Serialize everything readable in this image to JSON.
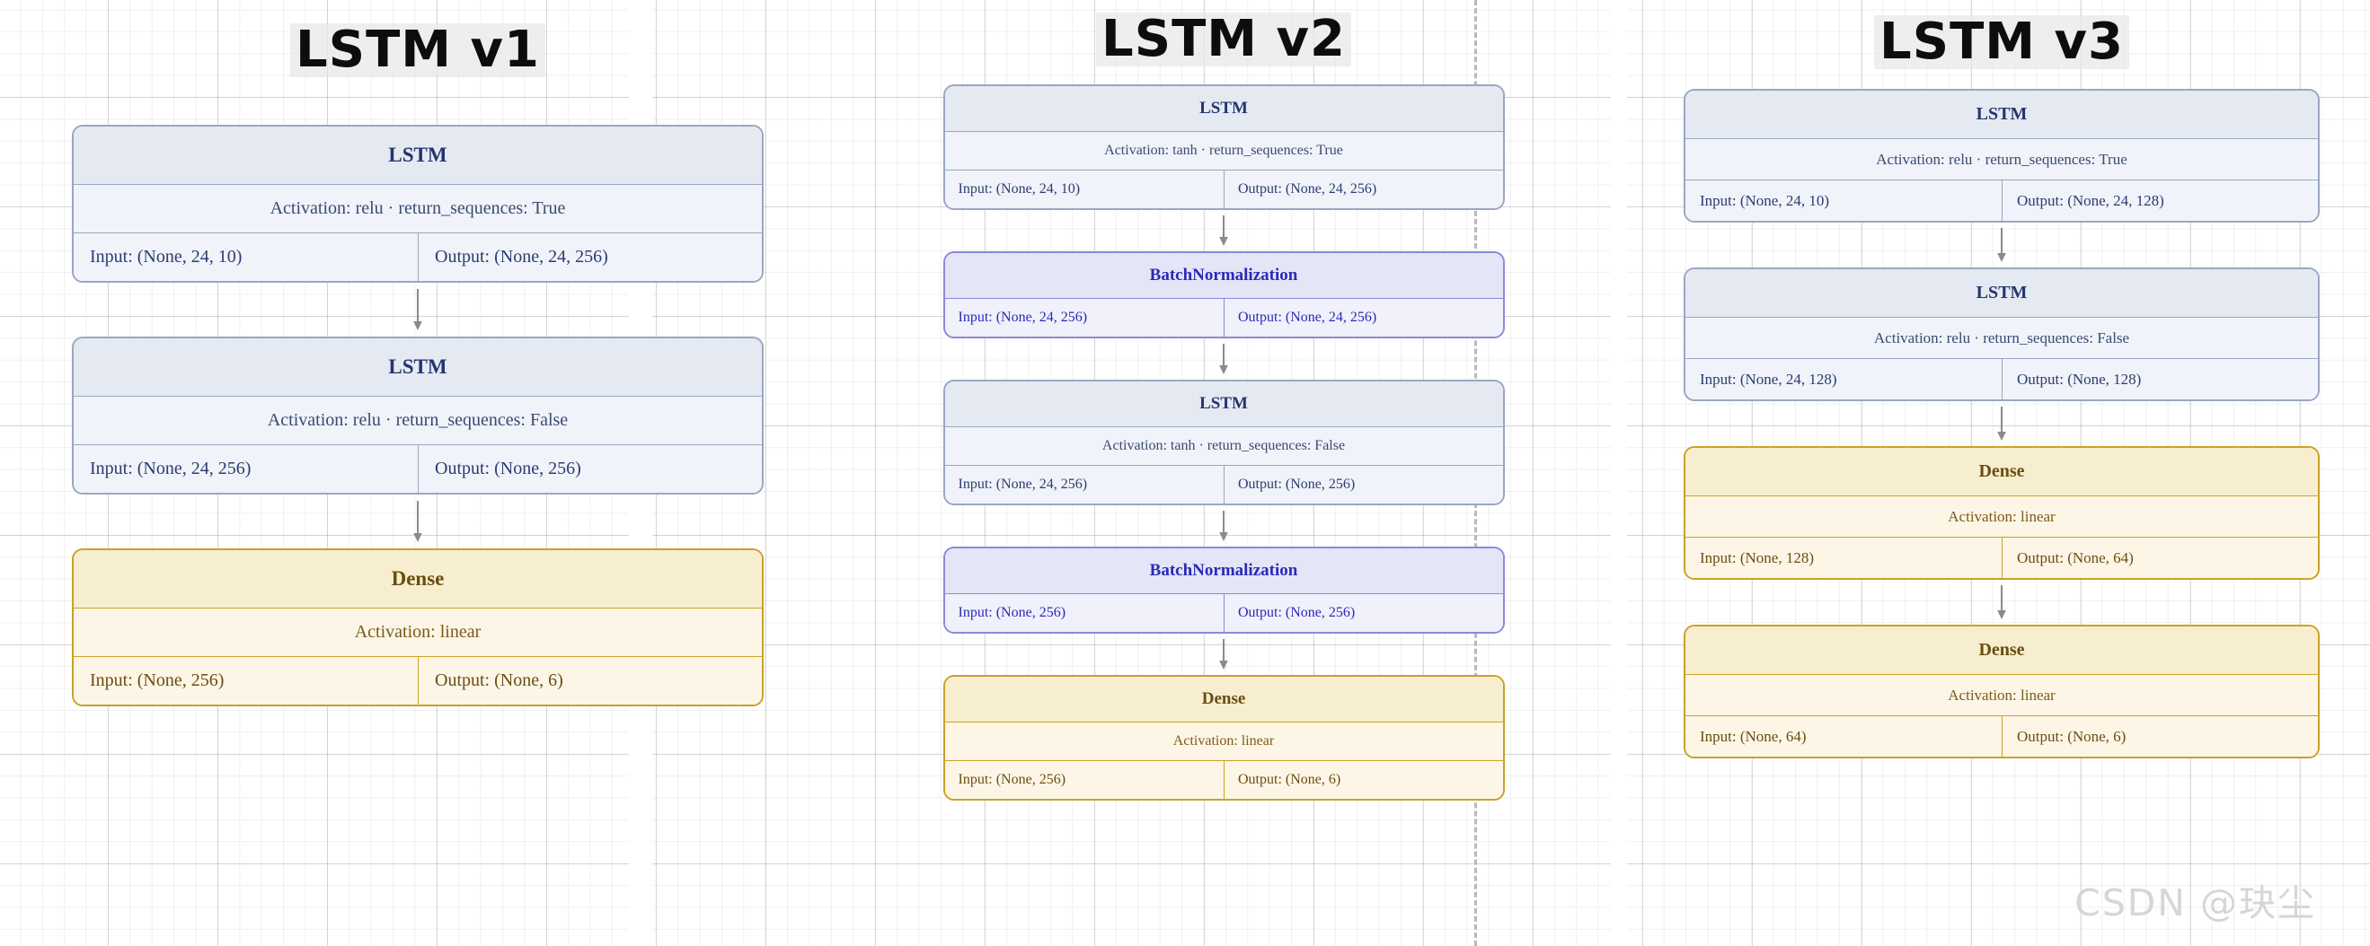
{
  "watermark": "CSDN @玦尘",
  "palette": {
    "lstm_border": "#9aa7c2",
    "lstm_header_bg": "#e5e9f2",
    "lstm_body_bg": "#f0f3f9",
    "lstm_text": "#24356e",
    "batchnorm_border": "#8a8ad8",
    "batchnorm_header_bg": "#e4e5f6",
    "batchnorm_body_bg": "#f0f1fb",
    "batchnorm_text": "#2a2ab8",
    "dense_border": "#c9a227",
    "dense_header_bg": "#f7eecf",
    "dense_body_bg": "#fdf6e7",
    "dense_text": "#6b4d10",
    "arrow": "#8a8a8a",
    "grid": "#bdbdbd",
    "watermark": "#d6d6d6"
  },
  "columns": [
    {
      "title": "LSTM v1",
      "layers": [
        {
          "type": "LSTM",
          "theme": "lstm",
          "name": "LSTM",
          "config": "Activation: relu  ·  return_sequences: True",
          "input": "Input: (None, 24, 10)",
          "output": "Output: (None, 24, 256)"
        },
        {
          "type": "LSTM",
          "theme": "lstm",
          "name": "LSTM",
          "config": "Activation: relu  ·  return_sequences: False",
          "input": "Input: (None, 24, 256)",
          "output": "Output: (None, 256)"
        },
        {
          "type": "Dense",
          "theme": "dense",
          "name": "Dense",
          "config": "Activation: linear",
          "input": "Input: (None, 256)",
          "output": "Output: (None, 6)"
        }
      ]
    },
    {
      "title": "LSTM v2",
      "layers": [
        {
          "type": "LSTM",
          "theme": "lstm",
          "name": "LSTM",
          "config": "Activation: tanh  ·  return_sequences: True",
          "input": "Input: (None, 24, 10)",
          "output": "Output: (None, 24, 256)"
        },
        {
          "type": "BatchNormalization",
          "theme": "batchnorm",
          "name": "BatchNormalization",
          "config": "",
          "input": "Input: (None, 24, 256)",
          "output": "Output: (None, 24, 256)"
        },
        {
          "type": "LSTM",
          "theme": "lstm",
          "name": "LSTM",
          "config": "Activation: tanh  ·  return_sequences: False",
          "input": "Input: (None, 24, 256)",
          "output": "Output: (None, 256)"
        },
        {
          "type": "BatchNormalization",
          "theme": "batchnorm",
          "name": "BatchNormalization",
          "config": "",
          "input": "Input: (None, 256)",
          "output": "Output: (None, 256)"
        },
        {
          "type": "Dense",
          "theme": "dense",
          "name": "Dense",
          "config": "Activation: linear",
          "input": "Input: (None, 256)",
          "output": "Output: (None, 6)"
        }
      ]
    },
    {
      "title": "LSTM v3",
      "layers": [
        {
          "type": "LSTM",
          "theme": "lstm",
          "name": "LSTM",
          "config": "Activation: relu  ·  return_sequences: True",
          "input": "Input: (None, 24, 10)",
          "output": "Output: (None, 24, 128)"
        },
        {
          "type": "LSTM",
          "theme": "lstm",
          "name": "LSTM",
          "config": "Activation: relu  ·  return_sequences: False",
          "input": "Input: (None, 24, 128)",
          "output": "Output: (None, 128)"
        },
        {
          "type": "Dense",
          "theme": "dense",
          "name": "Dense",
          "config": "Activation: linear",
          "input": "Input: (None, 128)",
          "output": "Output: (None, 64)"
        },
        {
          "type": "Dense",
          "theme": "dense",
          "name": "Dense",
          "config": "Activation: linear",
          "input": "Input: (None, 64)",
          "output": "Output: (None, 6)"
        }
      ]
    }
  ]
}
